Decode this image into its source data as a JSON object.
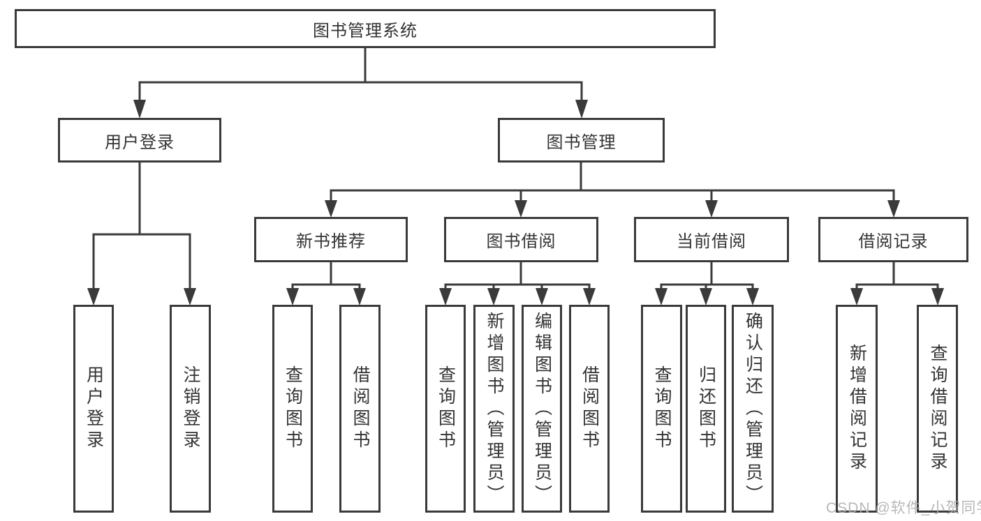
{
  "tree": {
    "label": "图书管理系统",
    "children": [
      {
        "label": "用户登录",
        "children": [
          {
            "label": "用户登录"
          },
          {
            "label": "注销登录"
          }
        ]
      },
      {
        "label": "图书管理",
        "children": [
          {
            "label": "新书推荐",
            "children": [
              {
                "label": "查询图书"
              },
              {
                "label": "借阅图书"
              }
            ]
          },
          {
            "label": "图书借阅",
            "children": [
              {
                "label": "查询图书"
              },
              {
                "label": "新增图书（管理员）"
              },
              {
                "label": "编辑图书（管理员）"
              },
              {
                "label": "借阅图书"
              }
            ]
          },
          {
            "label": "当前借阅",
            "children": [
              {
                "label": "查询图书"
              },
              {
                "label": "归还图书"
              },
              {
                "label": "确认归还（管理员）"
              }
            ]
          },
          {
            "label": "借阅记录",
            "children": [
              {
                "label": "新增借阅记录"
              },
              {
                "label": "查询借阅记录"
              }
            ]
          }
        ]
      }
    ]
  },
  "watermark": {
    "text": "CSDN @软件_小贺同学"
  },
  "colors": {
    "line": "#3a3a3a",
    "text": "#333333",
    "box_background": "#ffffff",
    "watermark": "#b0b0b0"
  }
}
